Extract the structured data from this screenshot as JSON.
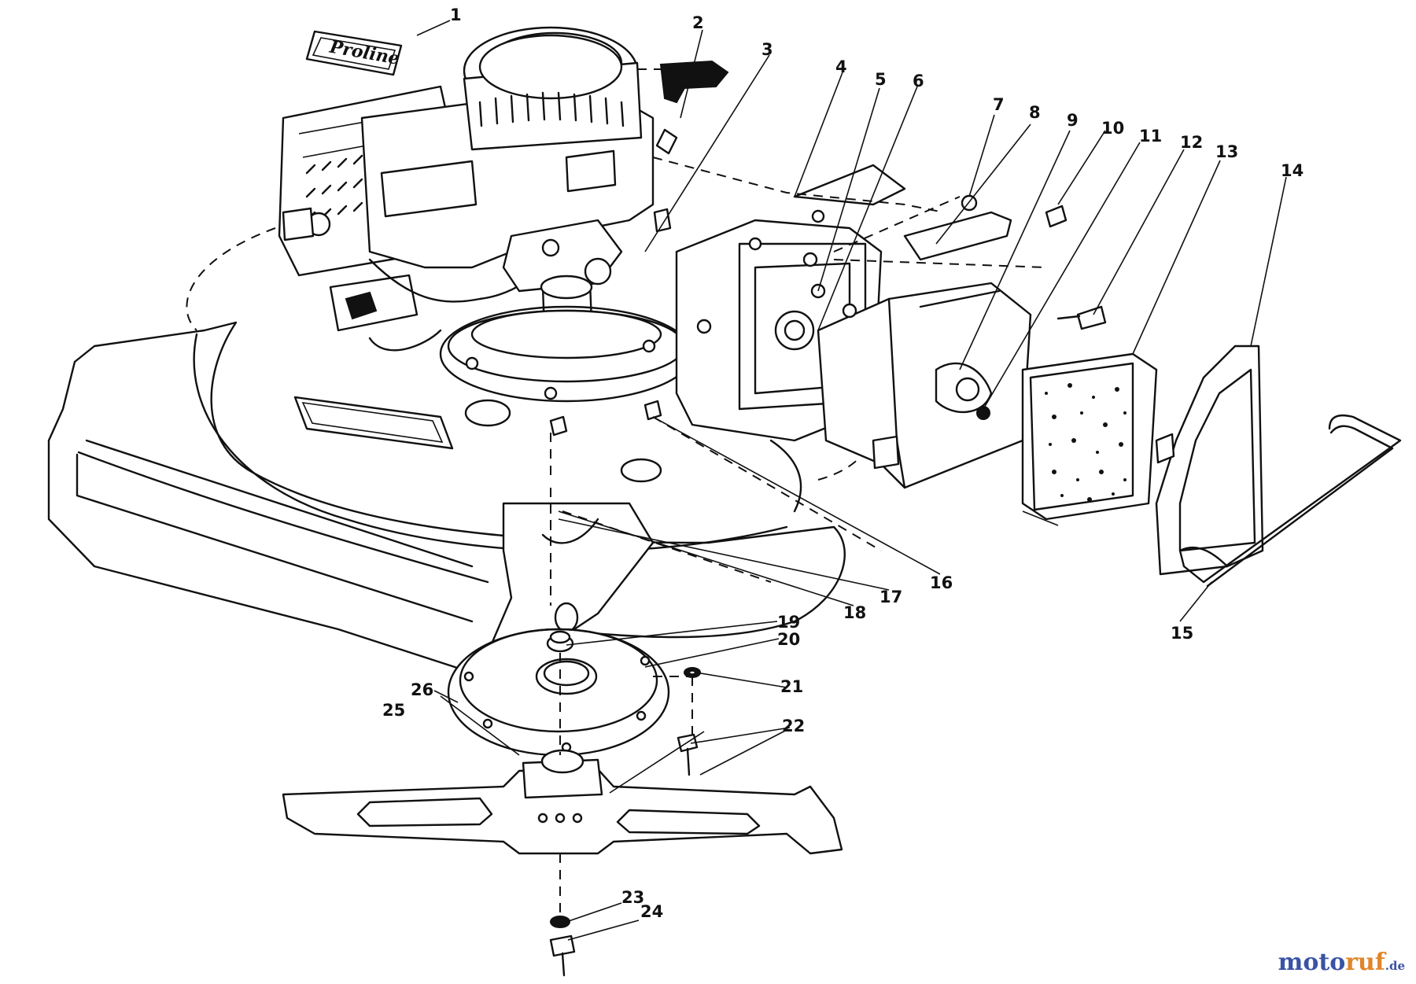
{
  "diagram": {
    "decal_label": "Proline",
    "callouts": [
      "1",
      "2",
      "3",
      "4",
      "5",
      "6",
      "7",
      "8",
      "9",
      "10",
      "11",
      "12",
      "13",
      "14",
      "15",
      "16",
      "17",
      "18",
      "19",
      "20",
      "21",
      "22",
      "23",
      "24",
      "25",
      "26"
    ]
  },
  "watermark": {
    "part_a": "moto",
    "part_b": "ruf",
    "part_c": ".de"
  },
  "colors": {
    "line": "#111111",
    "watermark_blue": "#3a53a4",
    "watermark_orange": "#e0852a"
  }
}
